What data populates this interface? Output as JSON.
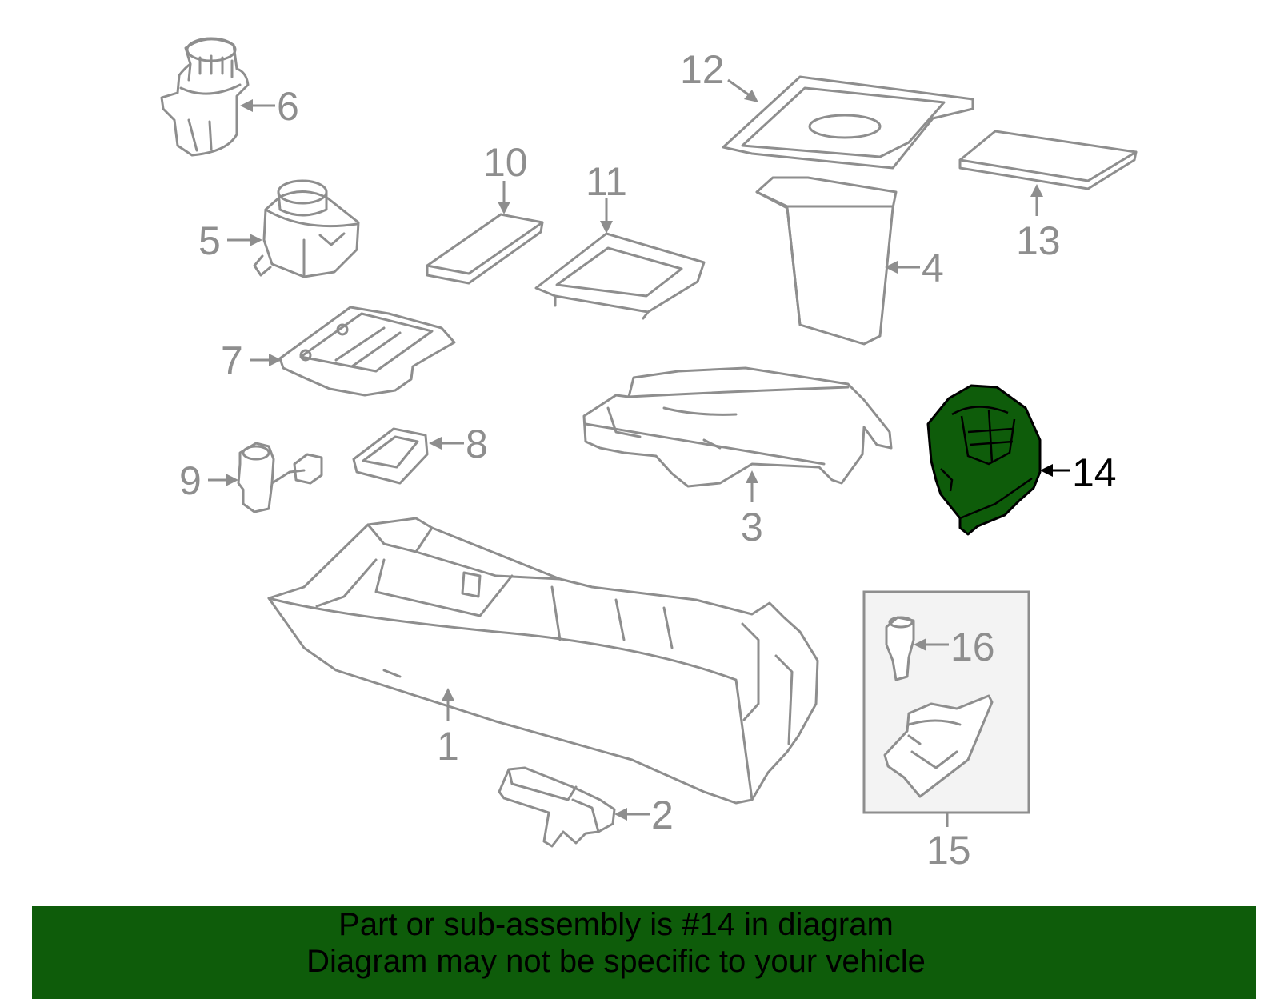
{
  "diagram": {
    "callouts": [
      {
        "num": "1"
      },
      {
        "num": "2"
      },
      {
        "num": "3"
      },
      {
        "num": "4"
      },
      {
        "num": "5"
      },
      {
        "num": "6"
      },
      {
        "num": "7"
      },
      {
        "num": "8"
      },
      {
        "num": "9"
      },
      {
        "num": "10"
      },
      {
        "num": "11"
      },
      {
        "num": "12"
      },
      {
        "num": "13"
      },
      {
        "num": "14"
      },
      {
        "num": "15"
      },
      {
        "num": "16"
      }
    ],
    "highlighted_part": "14",
    "highlight_color": "#0e5c0a",
    "line_color": "#8e8e8e"
  },
  "banner": {
    "line1": "Part or sub-assembly is #14 in diagram",
    "line2": "Diagram may not be specific to your vehicle",
    "background": "#0e5c0a"
  }
}
